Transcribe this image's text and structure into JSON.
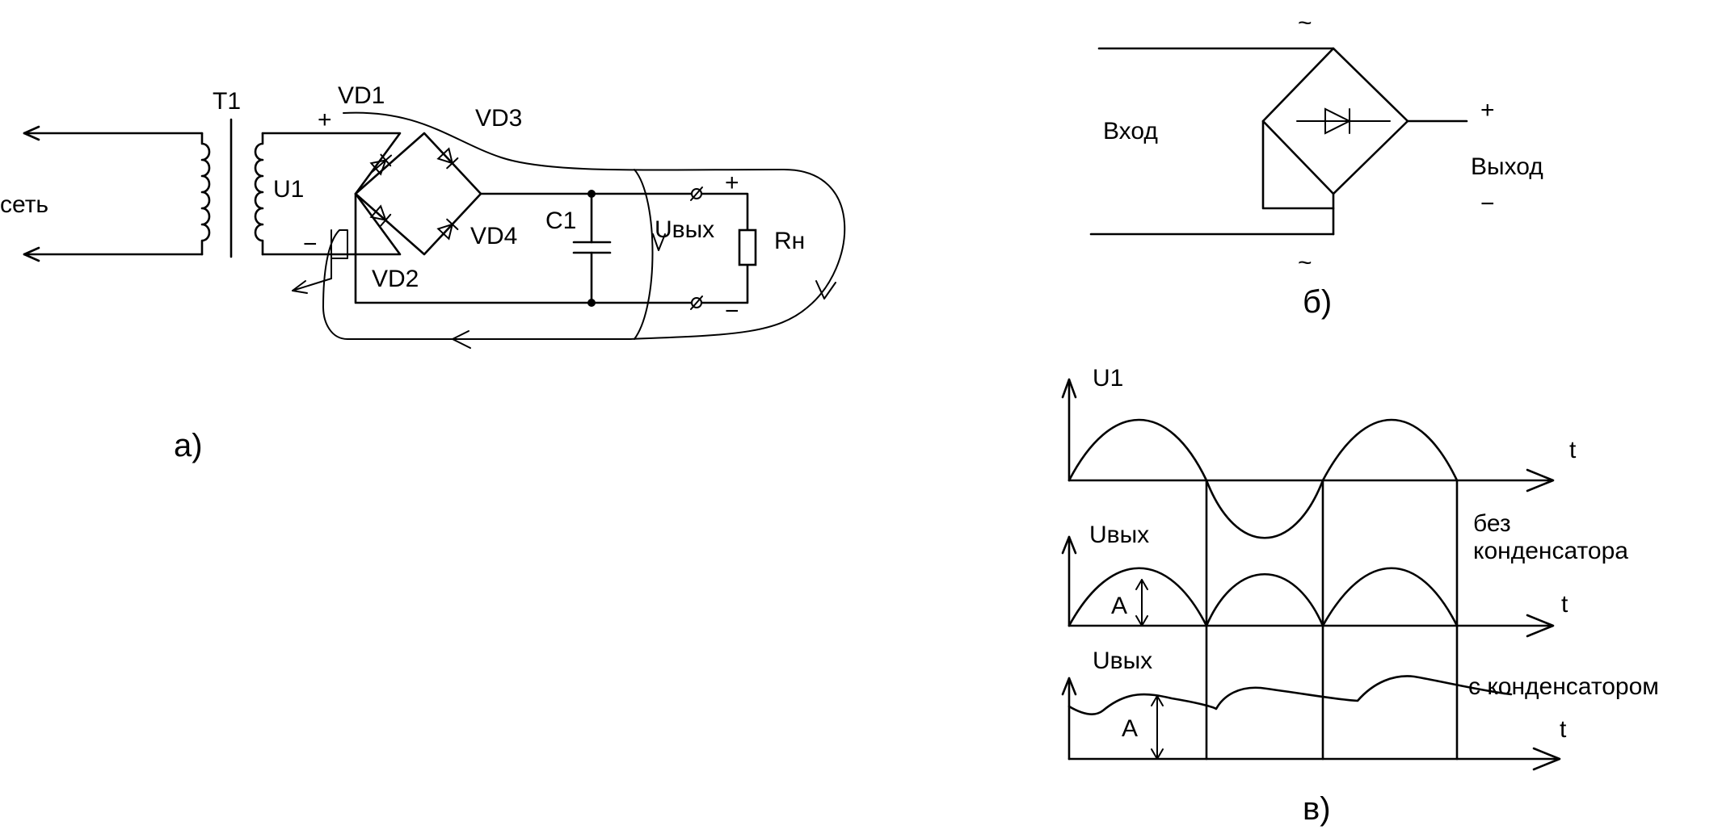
{
  "schematic_a": {
    "caption": "а)",
    "mains": "сеть",
    "transformer": "T1",
    "secondary": "U1",
    "plus": "+",
    "minus": "−",
    "vd1": "VD1",
    "vd2": "VD2",
    "vd3": "VD3",
    "vd4": "VD4",
    "capacitor": "C1",
    "uout": "Uвых",
    "load": "Rн",
    "out_plus": "+",
    "out_minus": "−"
  },
  "schematic_b": {
    "caption": "б)",
    "input": "Вход",
    "output": "Выход",
    "ac_top": "~",
    "ac_bottom": "~",
    "plus": "+",
    "minus": "−"
  },
  "waveforms_c": {
    "caption": "в)",
    "u1": "U1",
    "t1": "t",
    "uout1": "Uвых",
    "no_cap": [
      "без",
      "конденсатора"
    ],
    "amp1": "A",
    "t2": "t",
    "uout2": "Uвых",
    "with_cap": "с конденсатором",
    "amp2": "A",
    "t3": "t"
  }
}
